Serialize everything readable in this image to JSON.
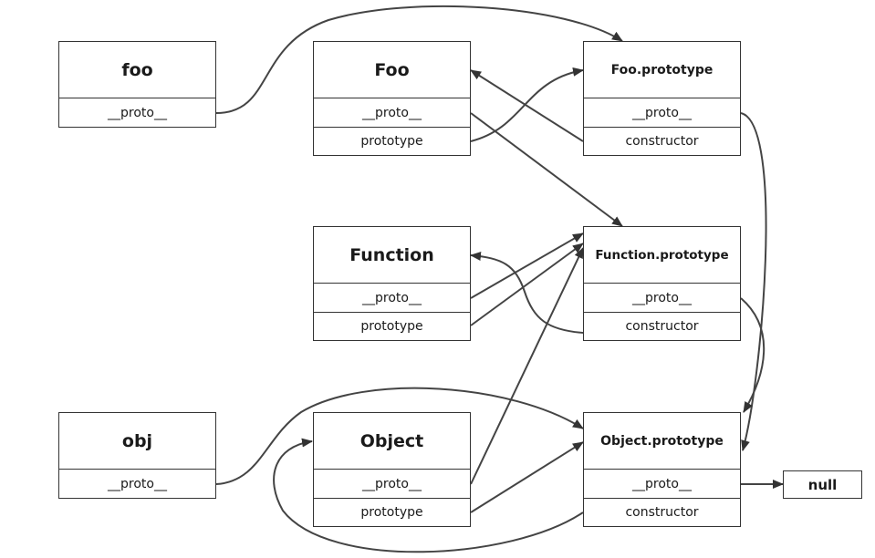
{
  "objects": {
    "foo": {
      "title": "foo",
      "proto": "__proto__"
    },
    "Foo": {
      "title": "Foo",
      "proto": "__proto__",
      "prototype": "prototype"
    },
    "Foo_prototype": {
      "title": "Foo.prototype",
      "proto": "__proto__",
      "constructor": "constructor"
    },
    "Function": {
      "title": "Function",
      "proto": "__proto__",
      "prototype": "prototype"
    },
    "Function_prototype": {
      "title": "Function.prototype",
      "proto": "__proto__",
      "constructor": "constructor"
    },
    "obj": {
      "title": "obj",
      "proto": "__proto__"
    },
    "Object": {
      "title": "Object",
      "proto": "__proto__",
      "prototype": "prototype"
    },
    "Object_prototype": {
      "title": "Object.prototype",
      "proto": "__proto__",
      "constructor": "constructor"
    },
    "null": {
      "title": "null"
    }
  }
}
